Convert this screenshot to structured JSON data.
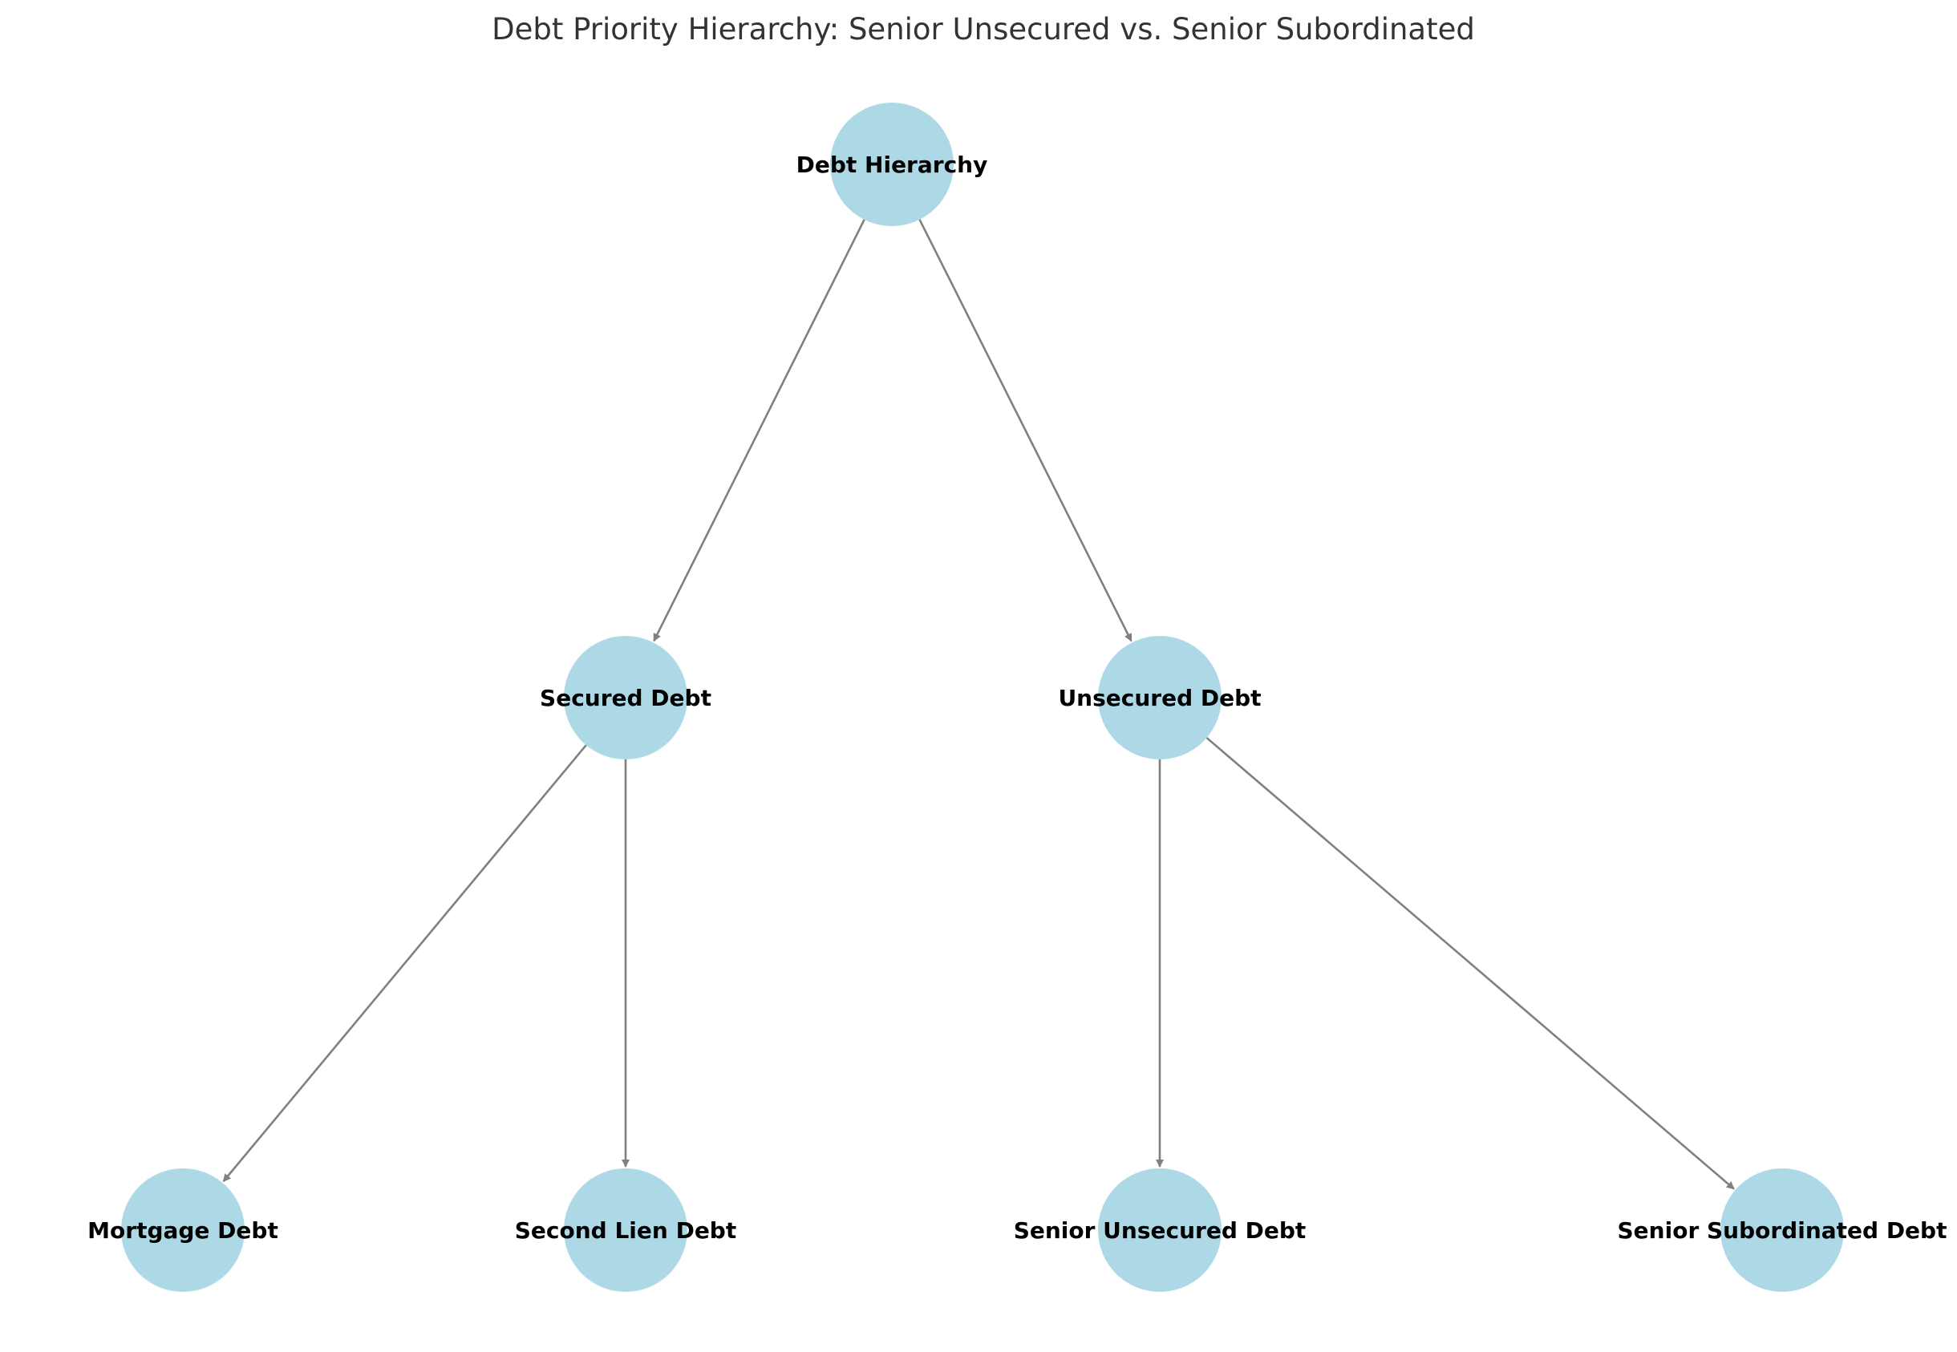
{
  "title": "Debt Priority Hierarchy: Senior Unsecured vs. Senior Subordinated",
  "colors": {
    "node_fill": "#add8e6",
    "edge": "#808080",
    "label": "#000000",
    "title": "#333333"
  },
  "nodes": [
    {
      "id": "root",
      "label": "Debt Hierarchy",
      "level": 0
    },
    {
      "id": "secured",
      "label": "Secured Debt",
      "level": 1
    },
    {
      "id": "unsecured",
      "label": "Unsecured Debt",
      "level": 1
    },
    {
      "id": "mortgage",
      "label": "Mortgage Debt",
      "level": 2
    },
    {
      "id": "second_lien",
      "label": "Second Lien Debt",
      "level": 2
    },
    {
      "id": "senior_unsecured",
      "label": "Senior Unsecured Debt",
      "level": 2
    },
    {
      "id": "senior_subordinated",
      "label": "Senior Subordinated Debt",
      "level": 2
    }
  ],
  "edges": [
    {
      "from": "root",
      "to": "secured"
    },
    {
      "from": "root",
      "to": "unsecured"
    },
    {
      "from": "secured",
      "to": "mortgage"
    },
    {
      "from": "secured",
      "to": "second_lien"
    },
    {
      "from": "unsecured",
      "to": "senior_unsecured"
    },
    {
      "from": "unsecured",
      "to": "senior_subordinated"
    }
  ]
}
